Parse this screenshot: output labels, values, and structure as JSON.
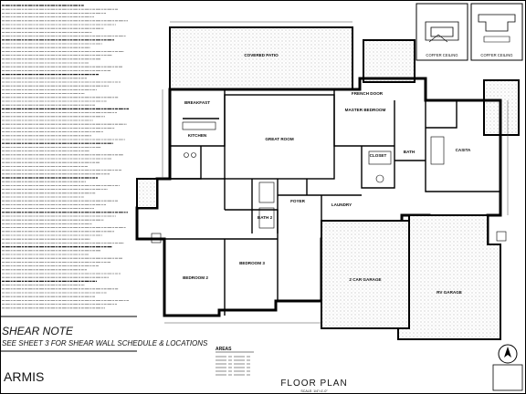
{
  "shear_note": {
    "heading": "SHEAR NOTE",
    "line": "SEE SHEET 3 FOR SHEAR WALL SCHEDULE & LOCATIONS"
  },
  "brand": "ARMIS",
  "drawing_title": "FLOOR PLAN",
  "scale": "SCALE: 1/4\"=1'-0\"",
  "areas_heading": "AREAS",
  "details": {
    "left_label": "COFFER CEILING",
    "right_label": "COFFER CEILING"
  },
  "rooms": {
    "breakfast": "BREAKFAST",
    "kitchen": "KITCHEN",
    "great_room": "GREAT ROOM",
    "master_bedroom": "MASTER BEDROOM",
    "french_door": "FRENCH DOOR",
    "closet": "CLOSET",
    "bath": "BATH",
    "casita": "CASITA",
    "bedroom_2": "BEDROOM 2",
    "bedroom_3": "BEDROOM 3",
    "bath_2": "BATH 2",
    "foyer": "FOYER",
    "laundry": "LAUNDRY",
    "garage_1": "2 CAR GARAGE",
    "garage_2": "RV GARAGE",
    "covered_patio": "COVERED PATIO"
  }
}
